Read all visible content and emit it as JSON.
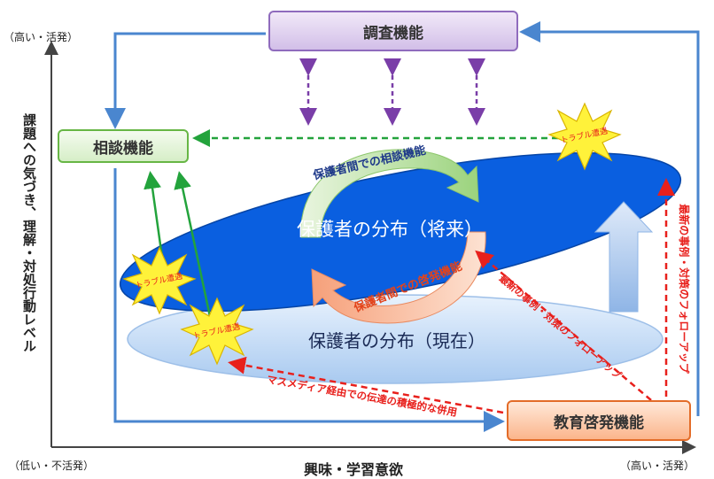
{
  "axes": {
    "y_label": "課題への気づき、理解・対処行動レベル",
    "y_top": "（高い・活発）",
    "x_label": "興味・学習意欲",
    "x_left": "（低い・不活発）",
    "x_right": "（高い・活発）"
  },
  "boxes": {
    "survey": "調査機能",
    "consult": "相談機能",
    "education": "教育啓発機能"
  },
  "ellipses": {
    "future": "保護者の分布（将来）",
    "current": "保護者の分布（現在）"
  },
  "cycle": {
    "consult": "保護者間での相談機能",
    "edu": "保護者間での啓発機能"
  },
  "notes": {
    "mass_media": "マスメディア経由での伝達の積極的な併用",
    "followup": "最新の事例・対策のフォローアップ",
    "latest": "最新の事例・対策のフォローアップ"
  },
  "trouble": "トラブル遭遇",
  "colors": {
    "blue_arrow": "#4a86cf",
    "green_arrow": "#23a33c",
    "purple_arrow": "#7a3ea8",
    "red_arrow": "#e8201c",
    "dark_ellipse": "#0a5fe0",
    "light_ellipse": "#cfe2f8"
  }
}
